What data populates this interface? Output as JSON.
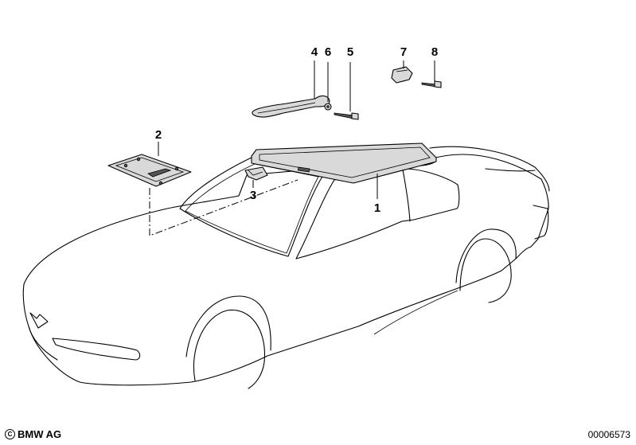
{
  "callouts": [
    {
      "id": "1",
      "label": "1"
    },
    {
      "id": "2",
      "label": "2"
    },
    {
      "id": "3",
      "label": "3"
    },
    {
      "id": "4",
      "label": "4"
    },
    {
      "id": "5",
      "label": "5"
    },
    {
      "id": "6",
      "label": "6"
    },
    {
      "id": "7",
      "label": "7"
    },
    {
      "id": "8",
      "label": "8"
    }
  ],
  "footer": {
    "copyright_symbol": "C",
    "company": "BMW AG",
    "diagram_number": "00006573"
  }
}
